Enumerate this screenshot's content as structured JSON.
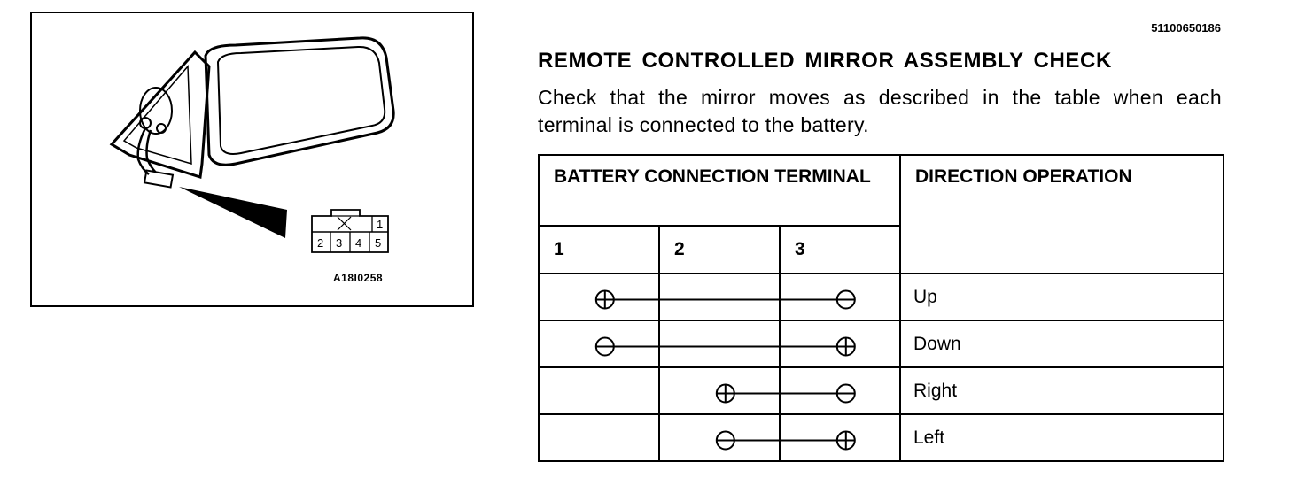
{
  "doc_id": "51100650186",
  "title": "REMOTE CONTROLLED MIRROR ASSEMBLY CHECK",
  "instruction": "Check that the mirror moves as described in the table when each terminal is connected to the battery.",
  "figure": {
    "caption": "A18I0258",
    "connector_pins": [
      "1",
      "2",
      "3",
      "4",
      "5"
    ]
  },
  "table": {
    "header_battery": "BATTERY CONNECTION TERMINAL",
    "header_direction": "DIRECTION OPERATION",
    "terminals": [
      "1",
      "2",
      "3"
    ],
    "rows": [
      {
        "operation": "Up",
        "positive_terminal": "1",
        "negative_terminal": "3"
      },
      {
        "operation": "Down",
        "positive_terminal": "3",
        "negative_terminal": "1"
      },
      {
        "operation": "Right",
        "positive_terminal": "2",
        "negative_terminal": "3"
      },
      {
        "operation": "Left",
        "positive_terminal": "3",
        "negative_terminal": "2"
      }
    ]
  }
}
